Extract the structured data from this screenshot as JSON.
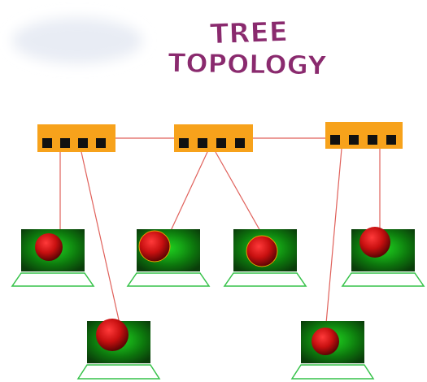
{
  "title": {
    "line1": "TREE",
    "line2": "TOPOLOGY",
    "color": "#8a2a6e"
  },
  "colors": {
    "hub_fill": "#f7a21b",
    "hub_port": "#111111",
    "link": "#e0605a",
    "screen_dark": "#0a3d0a",
    "screen_ring": "#15a115",
    "screen_light": "#1fd11f",
    "ball_core": "#e11a1a",
    "ball_dark": "#6e0606",
    "keyboard": "#37c24a"
  },
  "hubs": [
    {
      "id": "hub-left",
      "ports": 4
    },
    {
      "id": "hub-center",
      "ports": 4
    },
    {
      "id": "hub-right",
      "ports": 4
    }
  ],
  "computers": [
    {
      "id": "pc-1",
      "hub": "hub-left"
    },
    {
      "id": "pc-2",
      "hub": "hub-left"
    },
    {
      "id": "pc-3",
      "hub": "hub-center"
    },
    {
      "id": "pc-4",
      "hub": "hub-center"
    },
    {
      "id": "pc-5",
      "hub": "hub-right"
    },
    {
      "id": "pc-6",
      "hub": "hub-right"
    }
  ]
}
